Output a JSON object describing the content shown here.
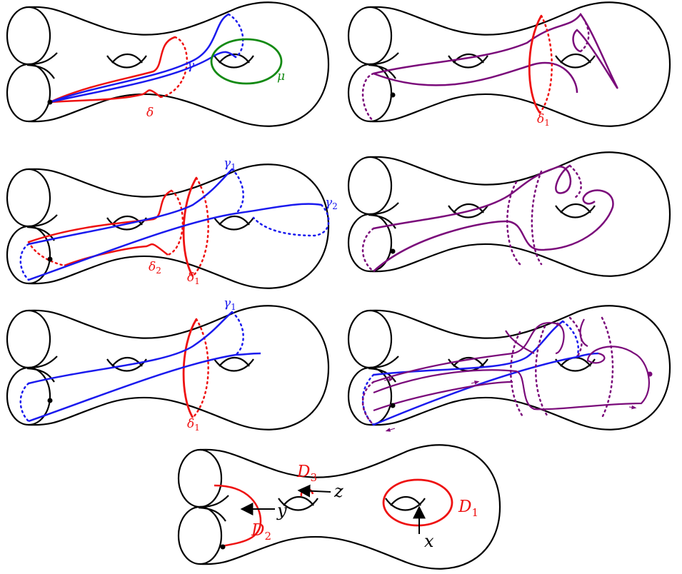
{
  "colors": {
    "outline": "#000000",
    "red": "#ee1111",
    "blue": "#1a1aee",
    "green": "#138a13",
    "purple": "#7a0a7a"
  },
  "panel1": {
    "gamma": "γ",
    "mu": "μ",
    "delta": "δ"
  },
  "panel2": {
    "delta1_base": "δ",
    "delta1_sub": "1"
  },
  "panel3": {
    "gamma1_base": "γ",
    "gamma1_sub": "1",
    "gamma2_base": "γ",
    "gamma2_sub": "2",
    "delta2_base": "δ",
    "delta2_sub": "2",
    "delta1_base": "δ",
    "delta1_sub": "1"
  },
  "panel5": {
    "gamma1_base": "γ",
    "gamma1_sub": "1",
    "delta1_base": "δ",
    "delta1_sub": "1"
  },
  "panel7": {
    "d3_base": "D",
    "d3_sub": "3",
    "d2_base": "D",
    "d2_sub": "2",
    "d1_base": "D",
    "d1_sub": "1",
    "x": "x",
    "y": "y",
    "z": "z"
  }
}
